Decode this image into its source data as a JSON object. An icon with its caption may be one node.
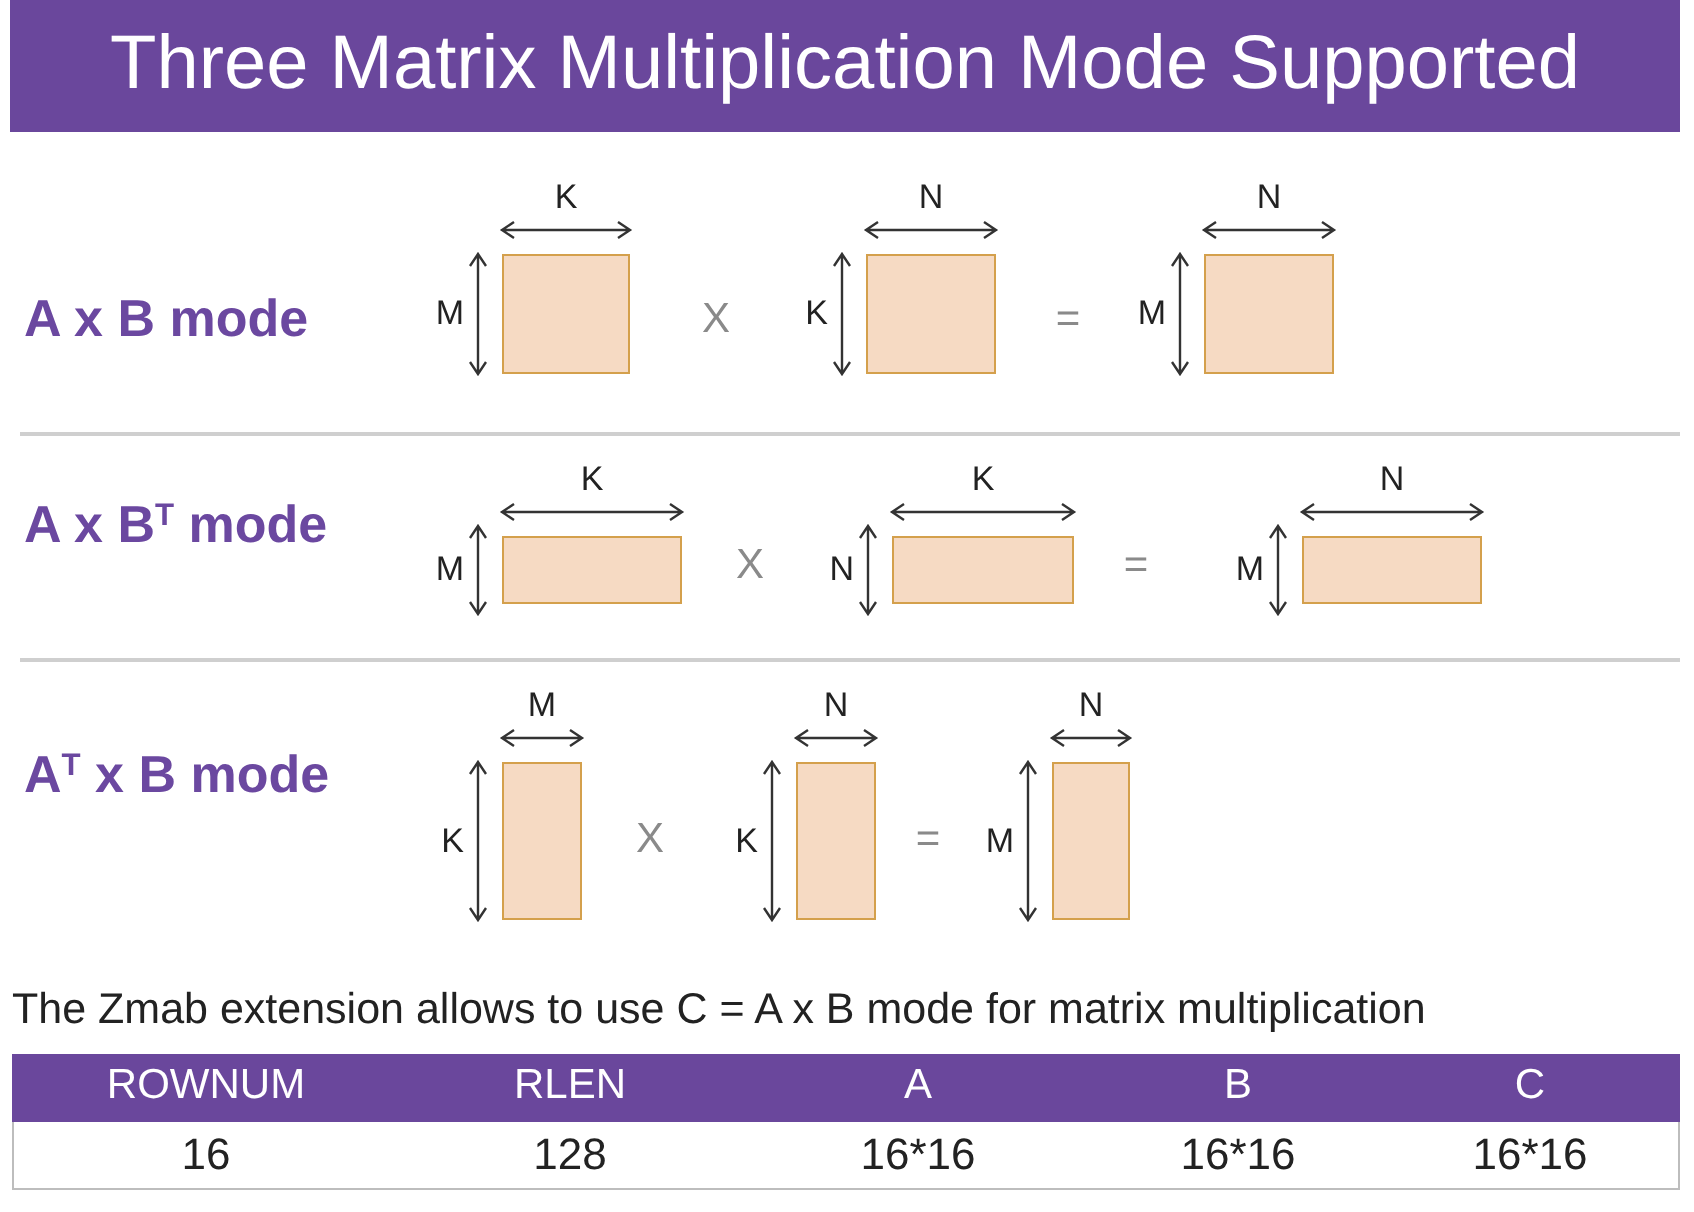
{
  "diagram": {
    "title": "Three Matrix Multiplication Mode Supported",
    "nodes": [
      {
        "text": [],
        "shape": "box",
        "beside": [
          "K",
          "M"
        ]
      },
      {
        "text": [],
        "shape": "box",
        "beside": [
          "N",
          "K"
        ]
      },
      {
        "text": [],
        "shape": "box",
        "beside": [
          "N",
          "M"
        ]
      },
      {
        "text": [],
        "shape": "box",
        "beside": [
          "K",
          "M"
        ]
      },
      {
        "text": [],
        "shape": "box",
        "beside": [
          "K",
          "N"
        ]
      },
      {
        "text": [],
        "shape": "box",
        "beside": [
          "N",
          "M"
        ]
      },
      {
        "text": [],
        "shape": "box",
        "beside": [
          "M",
          "K"
        ]
      },
      {
        "text": [],
        "shape": "box",
        "beside": [
          "N",
          "K"
        ]
      },
      {
        "text": [],
        "shape": "box",
        "beside": [
          "N",
          "M"
        ]
      }
    ],
    "labels": [
      "A x B mode",
      "X",
      "=",
      "A x B$^{T}$ mode",
      "X",
      "=",
      "A$^{T}$ x B mode",
      "X",
      "=",
      "The Zmab extension allows to use C = A x B mode for matrix multiplication",
      "ROWNUM",
      "RLEN",
      "A",
      "B",
      "C",
      "16",
      "128",
      "16*16",
      "16*16",
      "16*16"
    ]
  }
}
